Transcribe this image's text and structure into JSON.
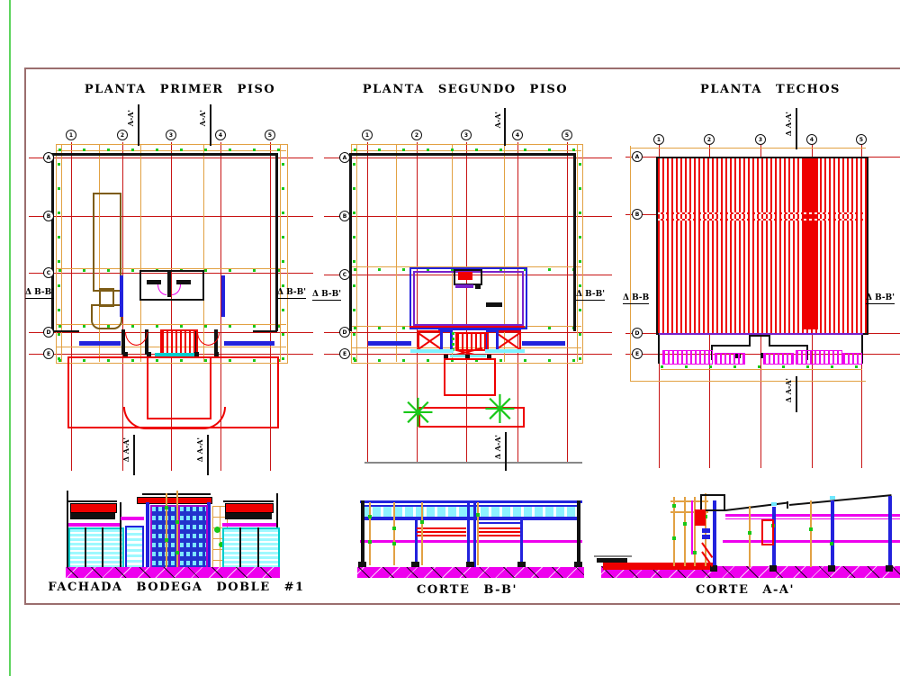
{
  "titles": {
    "plan1": "PLANTA PRIMER PISO",
    "plan2": "PLANTA SEGUNDO PISO",
    "plan3": "PLANTA TECHOS",
    "elev": "FACHADA BODEGA DOBLE #1",
    "section_b": "CORTE B-B'",
    "section_a": "CORTE A-A'"
  },
  "markers": {
    "bb": "Δ B-B'",
    "bb_plain": "Δ B-B",
    "aa": "Δ A-A'",
    "aa_plain": "A-A'"
  },
  "grid": {
    "cols": [
      "1",
      "2",
      "3",
      "4",
      "5"
    ],
    "rows": [
      "A",
      "B",
      "C",
      "D",
      "E"
    ]
  },
  "plant_glyph": "✳",
  "colors": {
    "sheet_green": "#5ed45e",
    "frame": "#9b6e6e",
    "grid_red": "#c81414",
    "bright_red": "#ee0000",
    "orange": "#e2a143",
    "green_marker": "#18c818",
    "magenta": "#ee00ee",
    "blue": "#2222dd",
    "cyan": "#00cccc",
    "purple": "#7722cc",
    "brown": "#7d5c16"
  }
}
